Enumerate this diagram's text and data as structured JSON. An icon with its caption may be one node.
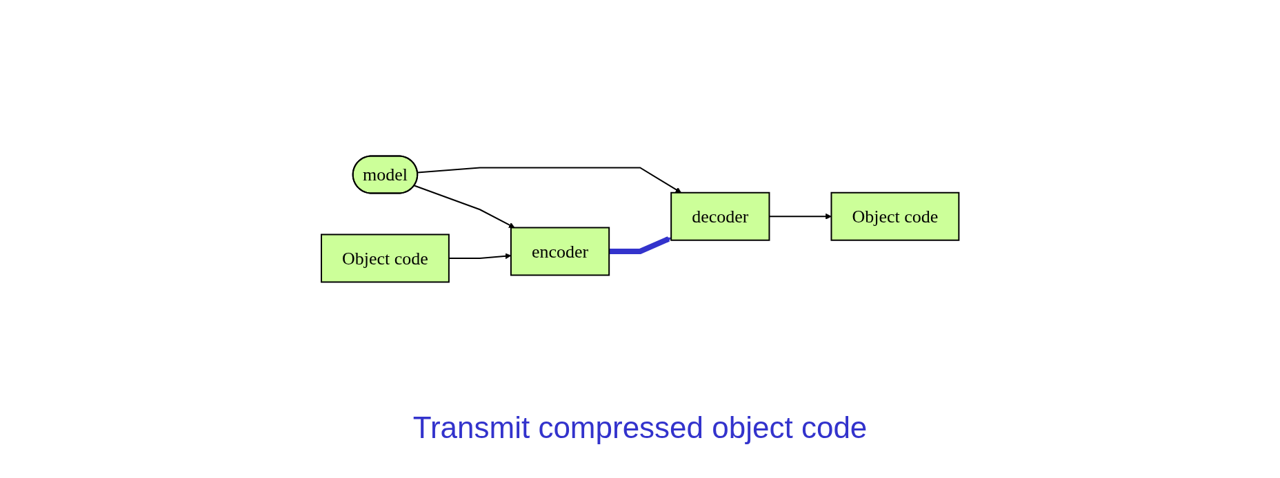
{
  "diagram": {
    "nodes": [
      {
        "text": [
          "model"
        ]
      },
      {
        "text": [
          "Object code"
        ]
      },
      {
        "text": [
          "encoder"
        ]
      },
      {
        "text": [
          "decoder"
        ]
      },
      {
        "text": [
          "Object code"
        ]
      }
    ],
    "edges": [
      {
        "from": 0,
        "to": 2,
        "arrow": "to"
      },
      {
        "from": 0,
        "to": 3,
        "arrow": "to"
      },
      {
        "from": 1,
        "to": 2,
        "arrow": "to"
      },
      {
        "from": 2,
        "to": 3,
        "arrow": "to",
        "style": "thick",
        "color": "#3333cc"
      },
      {
        "from": 3,
        "to": 4,
        "arrow": "to"
      }
    ],
    "labels": [
      "Transmit compressed object code"
    ]
  }
}
